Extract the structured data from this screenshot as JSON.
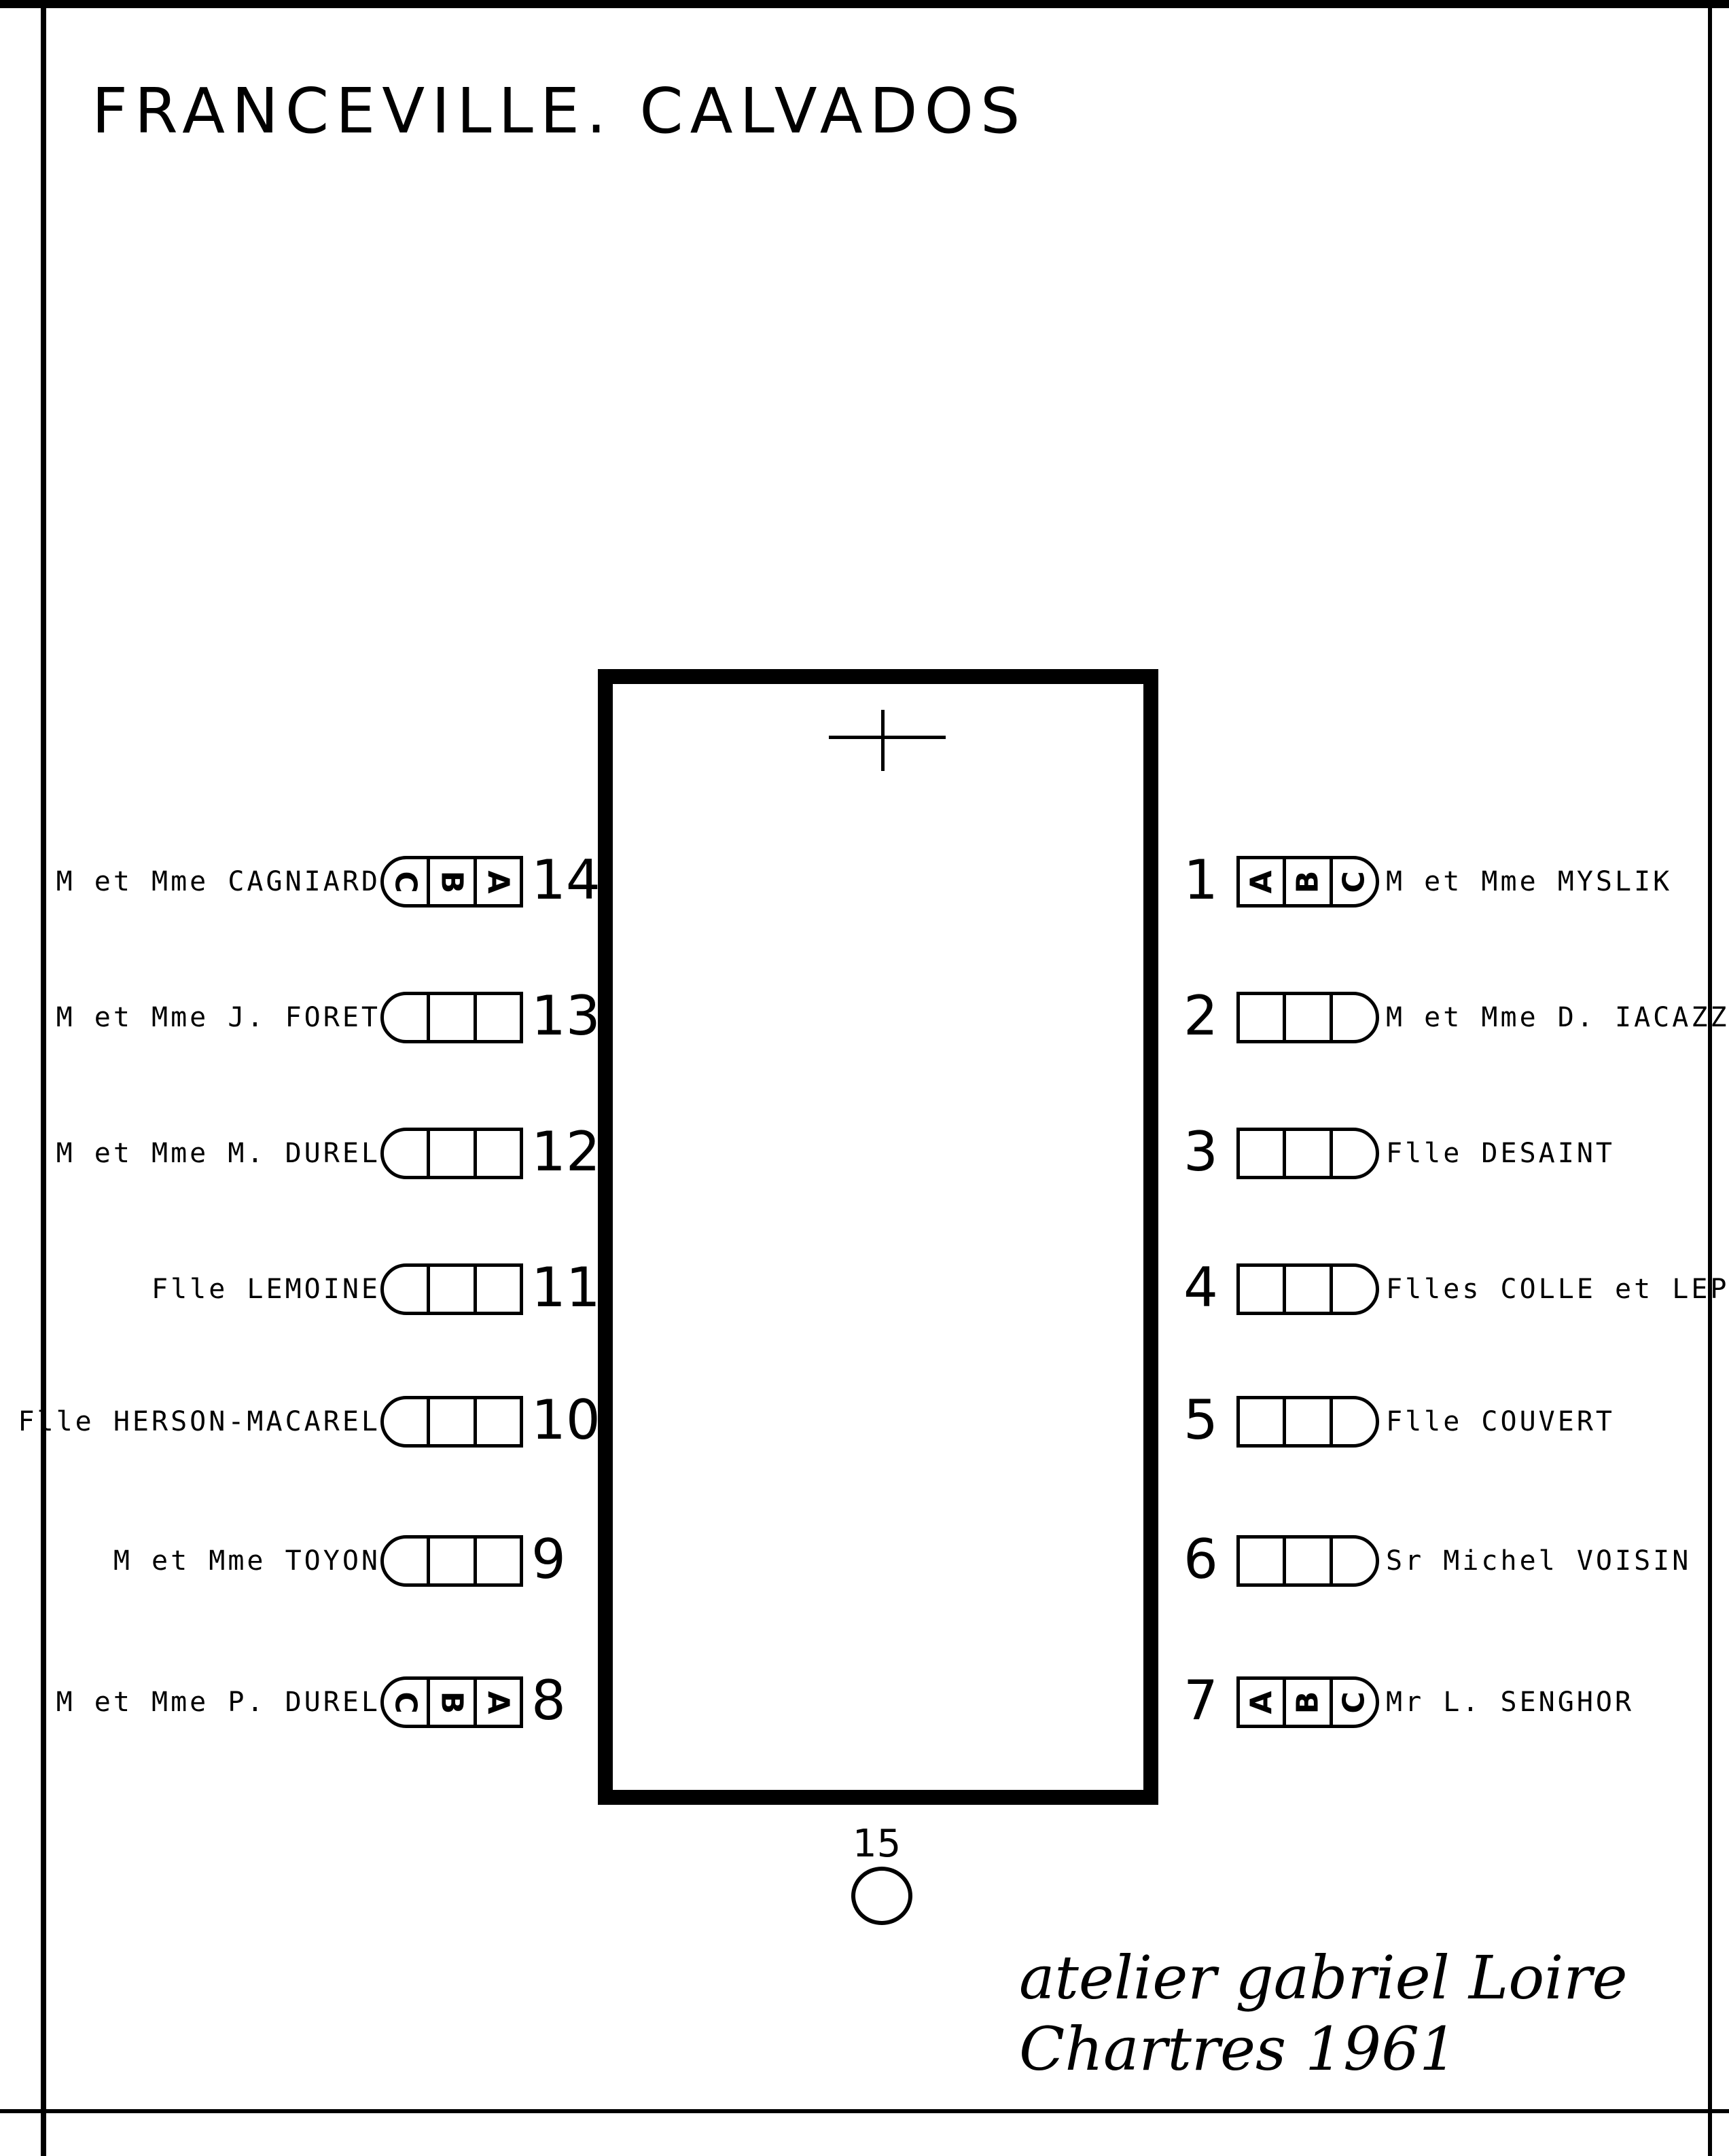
{
  "title": "FRANCEVILLE. CALVADOS",
  "west_windows": [
    {
      "number": "14",
      "donor": "M et Mme CAGNIARD",
      "bays": [
        "C",
        "B",
        "A"
      ]
    },
    {
      "number": "13",
      "donor": "M et Mme J. FORET",
      "bays": [
        "",
        "",
        ""
      ]
    },
    {
      "number": "12",
      "donor": "M et Mme M. DUREL",
      "bays": [
        "",
        "",
        ""
      ]
    },
    {
      "number": "11",
      "donor": "Flle LEMOINE",
      "bays": [
        "",
        "",
        ""
      ]
    },
    {
      "number": "10",
      "donor": "Flle HERSON-MACAREL",
      "bays": [
        "",
        "",
        ""
      ]
    },
    {
      "number": "9",
      "donor": "M et Mme TOYON",
      "bays": [
        "",
        "",
        ""
      ]
    },
    {
      "number": "8",
      "donor": "M et Mme P. DUREL",
      "bays": [
        "C",
        "B",
        "A"
      ]
    }
  ],
  "east_windows": [
    {
      "number": "1",
      "donor": "M et Mme MYSLIK",
      "bays": [
        "A",
        "B",
        "C"
      ]
    },
    {
      "number": "2",
      "donor": "M et Mme D. IACAZZI",
      "bays": [
        "",
        "",
        ""
      ]
    },
    {
      "number": "3",
      "donor": "Flle DESAINT",
      "bays": [
        "",
        "",
        ""
      ]
    },
    {
      "number": "4",
      "donor": "Flles COLLE et LEPETIT",
      "bays": [
        "",
        "",
        ""
      ]
    },
    {
      "number": "5",
      "donor": "Flle COUVERT",
      "bays": [
        "",
        "",
        ""
      ]
    },
    {
      "number": "6",
      "donor": "Sr Michel VOISIN",
      "bays": [
        "",
        "",
        ""
      ]
    },
    {
      "number": "7",
      "donor": "Mr L. SENGHOR",
      "bays": [
        "A",
        "B",
        "C"
      ]
    }
  ],
  "rear_window": {
    "number": "15"
  },
  "signature": {
    "line1": "atelier gabriel Loire",
    "line2": "Chartres 1961"
  }
}
